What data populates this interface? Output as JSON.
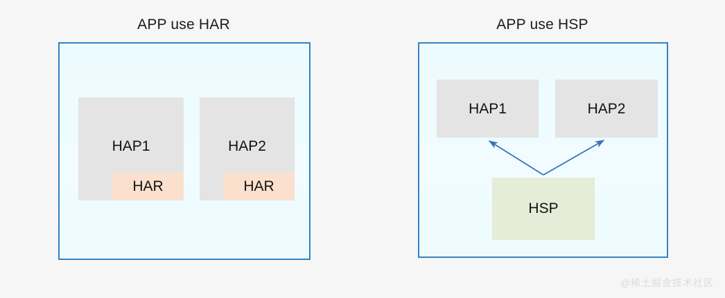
{
  "panels": [
    {
      "id": "har",
      "title": "APP use HAR",
      "container_border_color": "#3282c1",
      "container_fill_color": "#eefbff",
      "modules": [
        {
          "label": "HAP1",
          "color": "#e4e4e4",
          "child": {
            "label": "HAR",
            "color": "#fbe0ce"
          }
        },
        {
          "label": "HAP2",
          "color": "#e4e4e4",
          "child": {
            "label": "HAR",
            "color": "#fbe0ce"
          }
        }
      ]
    },
    {
      "id": "hsp",
      "title": "APP use HSP",
      "container_border_color": "#3282c1",
      "container_fill_color": "#eefbff",
      "modules": [
        {
          "label": "HAP1",
          "color": "#e4e4e4"
        },
        {
          "label": "HAP2",
          "color": "#e4e4e4"
        }
      ],
      "shared": {
        "label": "HSP",
        "color": "#e5ecd7"
      },
      "arrows": {
        "color": "#3b6fb6",
        "count": 2,
        "description": "HSP points up to HAP1 and HAP2"
      }
    }
  ],
  "watermark": "@稀土掘金技术社区",
  "background_color": "#f6f6f6"
}
